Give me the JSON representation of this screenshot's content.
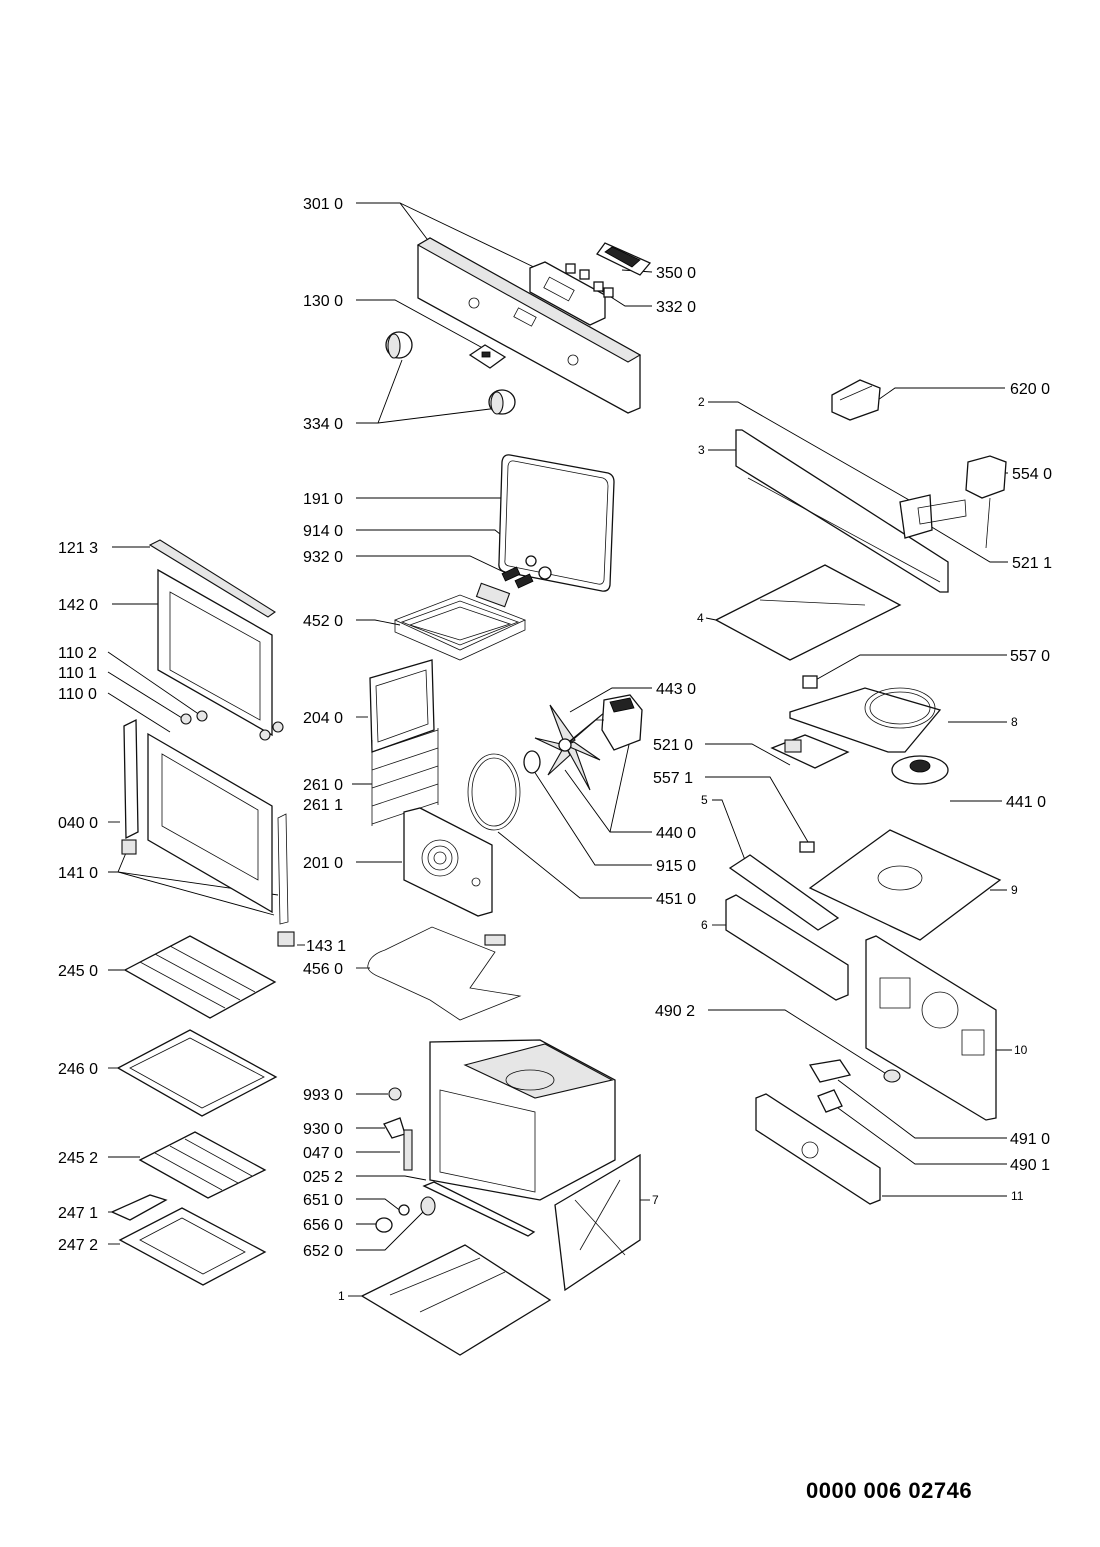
{
  "document_code": "0000 006 02746",
  "labels": {
    "l3010": "301 0",
    "l3500": "350 0",
    "l3320": "332 0",
    "l1300": "130 0",
    "l3340": "334 0",
    "l6200": "620 0",
    "l2": "2",
    "l3": "3",
    "l5540": "554 0",
    "l5211": "521 1",
    "l1910": "191 0",
    "l9140": "914 0",
    "l9320": "932 0",
    "l1213": "121 3",
    "l1420": "142 0",
    "l4520": "452 0",
    "l4": "4",
    "l5570": "557 0",
    "l1102": "110 2",
    "l1101": "110 1",
    "l1100": "110 0",
    "l4430": "443 0",
    "l8": "8",
    "l2040": "204 0",
    "l5210": "521 0",
    "l5571": "557 1",
    "l2610": "261 0",
    "l2611": "261 1",
    "l4410": "441 0",
    "l5": "5",
    "l0400": "040 0",
    "l4400": "440 0",
    "l1410": "141 0",
    "l2010": "201 0",
    "l9150": "915 0",
    "l9": "9",
    "l4510": "451 0",
    "l6": "6",
    "l1431": "143 1",
    "l2450": "245 0",
    "l4560": "456 0",
    "l4902": "490 2",
    "l10": "10",
    "l2460": "246 0",
    "l9930": "993 0",
    "l4910": "491 0",
    "l9300": "930 0",
    "l0470": "047 0",
    "l4901": "490 1",
    "l2452": "245 2",
    "l0252": "025 2",
    "l7": "7",
    "l11": "11",
    "l2471": "247 1",
    "l6510": "651 0",
    "l6560": "656 0",
    "l2472": "247 2",
    "l6520": "652 0",
    "l1": "1"
  },
  "icons": {
    "control-panel": "control-panel-icon",
    "display-module": "display-module-icon",
    "knob": "knob-icon",
    "fan": "fan-blade-icon",
    "heating-element": "heating-element-icon",
    "oven-cavity": "oven-cavity-icon",
    "oven-shelf": "wire-shelf-icon",
    "baking-tray": "baking-tray-icon"
  }
}
